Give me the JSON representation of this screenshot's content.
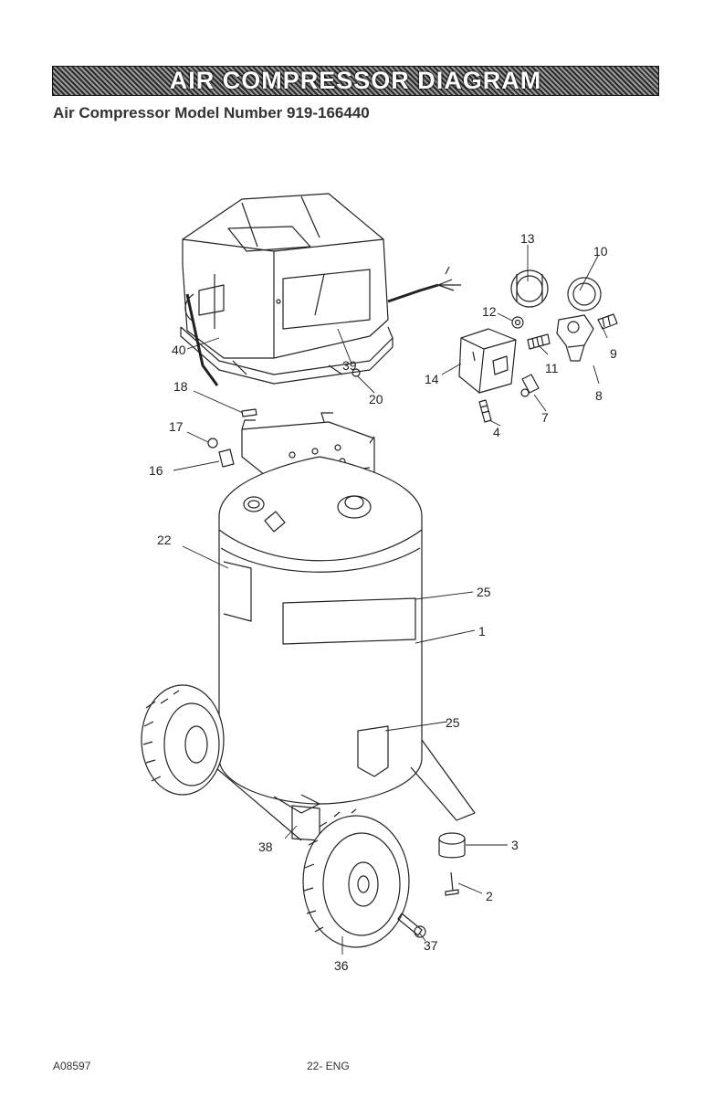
{
  "header": {
    "banner_title": "AIR COMPRESSOR DIAGRAM",
    "subtitle": "Air Compressor Model Number 919-166440"
  },
  "callouts": [
    {
      "id": "13",
      "label": "13"
    },
    {
      "id": "10",
      "label": "10"
    },
    {
      "id": "12",
      "label": "12"
    },
    {
      "id": "9",
      "label": "9"
    },
    {
      "id": "11",
      "label": "11"
    },
    {
      "id": "14",
      "label": "14"
    },
    {
      "id": "8",
      "label": "8"
    },
    {
      "id": "7",
      "label": "7"
    },
    {
      "id": "4",
      "label": "4"
    },
    {
      "id": "40",
      "label": "40"
    },
    {
      "id": "39",
      "label": "39"
    },
    {
      "id": "18",
      "label": "18"
    },
    {
      "id": "20",
      "label": "20"
    },
    {
      "id": "17",
      "label": "17"
    },
    {
      "id": "16",
      "label": "16"
    },
    {
      "id": "22",
      "label": "22"
    },
    {
      "id": "25a",
      "label": "25"
    },
    {
      "id": "1",
      "label": "1"
    },
    {
      "id": "25b",
      "label": "25"
    },
    {
      "id": "3",
      "label": "3"
    },
    {
      "id": "38",
      "label": "38"
    },
    {
      "id": "2",
      "label": "2"
    },
    {
      "id": "37",
      "label": "37"
    },
    {
      "id": "36",
      "label": "36"
    }
  ],
  "footer": {
    "code": "A08597",
    "page": "22- ENG"
  }
}
